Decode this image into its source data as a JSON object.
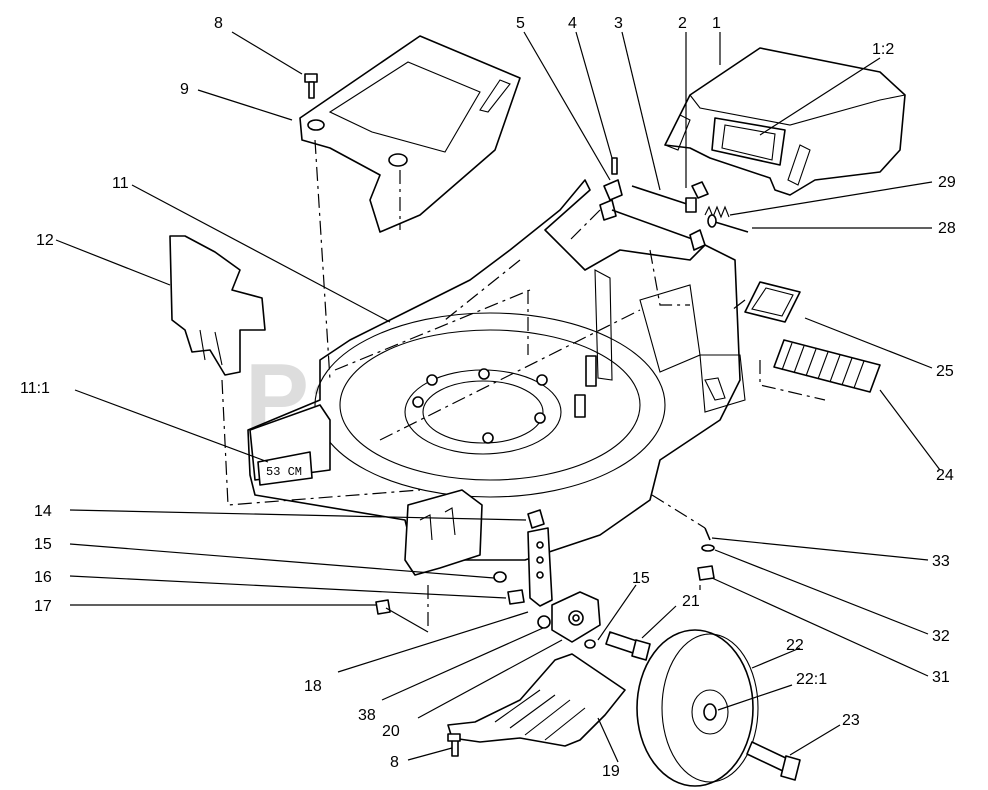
{
  "watermark": "PartsTree",
  "deck_marking": "53 CM",
  "callouts": [
    {
      "id": "c1",
      "text": "1"
    },
    {
      "id": "c1_2",
      "text": "1:2"
    },
    {
      "id": "c2",
      "text": "2"
    },
    {
      "id": "c3",
      "text": "3"
    },
    {
      "id": "c4",
      "text": "4"
    },
    {
      "id": "c5",
      "text": "5"
    },
    {
      "id": "c8a",
      "text": "8"
    },
    {
      "id": "c9",
      "text": "9"
    },
    {
      "id": "c11",
      "text": "11"
    },
    {
      "id": "c12",
      "text": "12"
    },
    {
      "id": "c11_1",
      "text": "11:1"
    },
    {
      "id": "c29",
      "text": "29"
    },
    {
      "id": "c28",
      "text": "28"
    },
    {
      "id": "c25",
      "text": "25"
    },
    {
      "id": "c24",
      "text": "24"
    },
    {
      "id": "c33",
      "text": "33"
    },
    {
      "id": "c32",
      "text": "32"
    },
    {
      "id": "c31",
      "text": "31"
    },
    {
      "id": "c14",
      "text": "14"
    },
    {
      "id": "c15a",
      "text": "15"
    },
    {
      "id": "c16",
      "text": "16"
    },
    {
      "id": "c17",
      "text": "17"
    },
    {
      "id": "c15b",
      "text": "15"
    },
    {
      "id": "c21",
      "text": "21"
    },
    {
      "id": "c22",
      "text": "22"
    },
    {
      "id": "c22_1",
      "text": "22:1"
    },
    {
      "id": "c23",
      "text": "23"
    },
    {
      "id": "c18",
      "text": "18"
    },
    {
      "id": "c38",
      "text": "38"
    },
    {
      "id": "c20",
      "text": "20"
    },
    {
      "id": "c8b",
      "text": "8"
    },
    {
      "id": "c19",
      "text": "19"
    }
  ]
}
